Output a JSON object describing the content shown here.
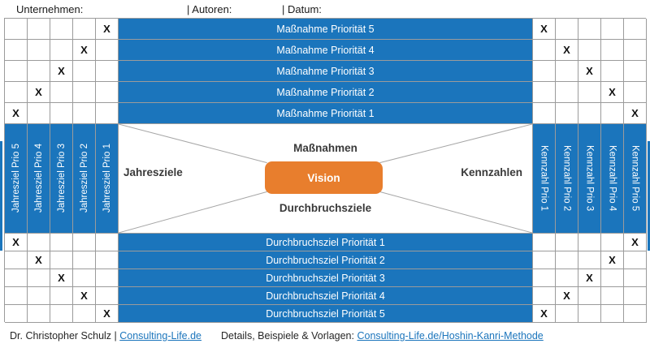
{
  "header": {
    "company_label": "Unternehmen:",
    "authors_label": "| Autoren:",
    "date_label": "| Datum:"
  },
  "x_mark": "X",
  "colors": {
    "blue": "#1B75BC",
    "orange": "#E87E2D",
    "grid_border": "#9B9B9B",
    "diagonal_line": "#A6A6A6",
    "center_label_text": "#3A3A3A",
    "link": "#1B75BC"
  },
  "top_section": {
    "rows": [
      {
        "label": "Maßnahme Priorität 5",
        "left_x_col": 5,
        "right_x_col": 1
      },
      {
        "label": "Maßnahme Priorität 4",
        "left_x_col": 4,
        "right_x_col": 2
      },
      {
        "label": "Maßnahme Priorität 3",
        "left_x_col": 3,
        "right_x_col": 3
      },
      {
        "label": "Maßnahme Priorität 2",
        "left_x_col": 2,
        "right_x_col": 4
      },
      {
        "label": "Maßnahme Priorität 1",
        "left_x_col": 1,
        "right_x_col": 5
      }
    ]
  },
  "middle_section": {
    "left_columns": [
      "Jahresziel Prio 5",
      "Jahresziel Prio 4",
      "Jahresziel Prio 3",
      "Jahresziel Prio 2",
      "Jahresziel Prio 1"
    ],
    "right_columns": [
      "Kennzahl Prio 1",
      "Kennzahl Prio 2",
      "Kennzahl Prio 3",
      "Kennzahl Prio 4",
      "Kennzahl Prio 5"
    ],
    "center": {
      "top_label": "Maßnahmen",
      "left_label": "Jahresziele",
      "right_label": "Kennzahlen",
      "bottom_label": "Durchbruchsziele",
      "vision_label": "Vision"
    }
  },
  "bottom_section": {
    "rows": [
      {
        "label": "Durchbruchsziel Priorität 1",
        "left_x_col": 1,
        "right_x_col": 5
      },
      {
        "label": "Durchbruchsziel Priorität 2",
        "left_x_col": 2,
        "right_x_col": 4
      },
      {
        "label": "Durchbruchsziel Priorität 3",
        "left_x_col": 3,
        "right_x_col": 3
      },
      {
        "label": "Durchbruchsziel Priorität 4",
        "left_x_col": 4,
        "right_x_col": 2
      },
      {
        "label": "Durchbruchsziel Priorität 5",
        "left_x_col": 5,
        "right_x_col": 1
      }
    ]
  },
  "footer": {
    "author_prefix": "Dr. Christopher Schulz | ",
    "author_link": "Consulting-Life.de",
    "details_prefix": "Details, Beispiele & Vorlagen: ",
    "details_link": "Consulting-Life.de/Hoshin-Kanri-Methode"
  }
}
